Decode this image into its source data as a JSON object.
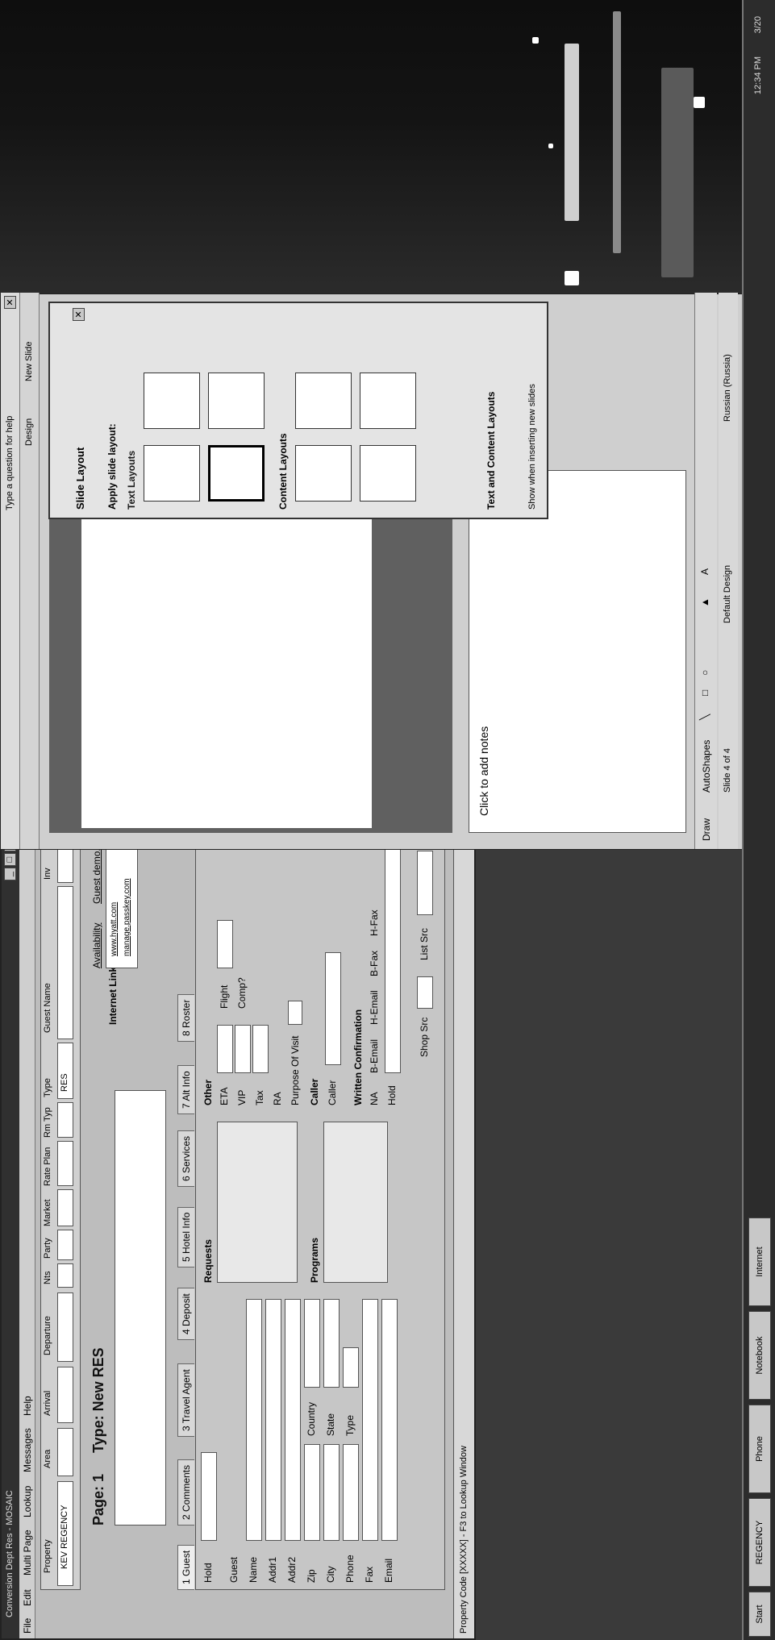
{
  "app_window": {
    "title": "Conversion Dept Res - MOSAIC",
    "menu": [
      "File",
      "Edit",
      "Multi Page",
      "Lookup",
      "Messages",
      "Help"
    ],
    "header_cols": [
      "Property",
      "Area",
      "Arrival",
      "Departure",
      "Nts",
      "Party",
      "Market",
      "Rate Plan",
      "Rm Typ",
      "Type",
      "Guest Name",
      "Inv"
    ],
    "property_value": "KEV REGENCY",
    "type_value": "RES",
    "page_label": "Page: 1",
    "type_label": "Type: New RES",
    "tabs": [
      "1 Guest",
      "2 Comments",
      "3 Travel Agent",
      "4 Deposit",
      "5 Hotel Info",
      "6 Services",
      "7 Alt Info",
      "8 Roster"
    ],
    "guest_labels": [
      "Hold",
      "Guest",
      "Name",
      "Addr1",
      "Addr2",
      "Zip",
      "City",
      "Phone",
      "Fax",
      "Email"
    ],
    "mid_labels": [
      "Country",
      "State",
      "Type"
    ],
    "requests_label": "Requests",
    "programs_label": "Programs",
    "caller_group": "Caller",
    "caller_label": "Caller",
    "other_group": "Other",
    "other_labels": [
      "ETA",
      "VIP",
      "Tax",
      "RA"
    ],
    "purpose_label": "Purpose Of Visit",
    "flight_label": "Flight",
    "comp_label": "Comp?",
    "internet_label": "Internet Links",
    "availability": "Availability",
    "guest_demo": "Guest demo...",
    "links": [
      "www.hyatt.com",
      "manage.passkey.com"
    ],
    "written_conf": "Written Confirmation",
    "conf_options": [
      "NA",
      "B-Email",
      "H-Email",
      "B-Fax",
      "H-Fax"
    ],
    "hold_label": "Hold",
    "shop_src": "Shop Src",
    "list_src": "List Src",
    "status_bar": "Property Code [XXXXX] - F3 to Lookup Window"
  },
  "ppt": {
    "notes_placeholder": "Click to add notes",
    "draw_label": "Draw",
    "autoshapes_label": "AutoShapes",
    "slide_status": "Slide 4 of 4",
    "design_status": "Default Design",
    "language_status": "Russian (Russia)",
    "help_placeholder": "Type a question for help",
    "design_btn": "Design",
    "new_slide_btn": "New Slide"
  },
  "task_pane": {
    "title": "Slide Layout",
    "apply_label": "Apply slide layout:",
    "sections": [
      "Text Layouts",
      "Content Layouts",
      "Text and Content Layouts"
    ],
    "show_checkbox": "Show when inserting new slides"
  },
  "taskbar": {
    "items": [
      "Start",
      "REGENCY",
      "Phone",
      "Notebook",
      "Internet"
    ],
    "clock_a": "12:34 PM",
    "clock_b": "3/20"
  }
}
